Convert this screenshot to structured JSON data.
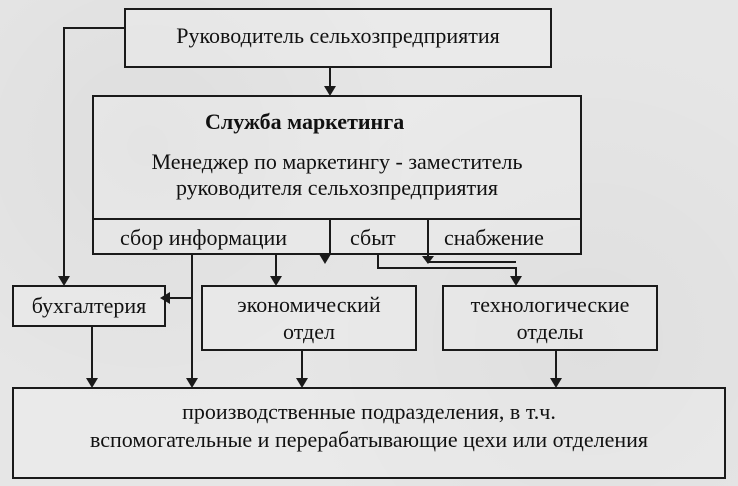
{
  "boxes": {
    "head": "Руководитель сельхозпредприятия",
    "marketing_title": "Служба маркетинга",
    "marketing_line1": "Менеджер по маркетингу - заместитель",
    "marketing_line2": "руководителя сельхозпредприятия",
    "sub1": "сбор информации",
    "sub2": "сбыт",
    "sub3": "снабжение",
    "accounting": "бухгалтерия",
    "econ_line1": "экономический",
    "econ_line2": "отдел",
    "tech_line1": "технологические",
    "tech_line2": "отделы",
    "prod_line1": "производственные подразделения, в т.ч.",
    "prod_line2": "вспомогательные и перерабатывающие цехи или отделения"
  }
}
